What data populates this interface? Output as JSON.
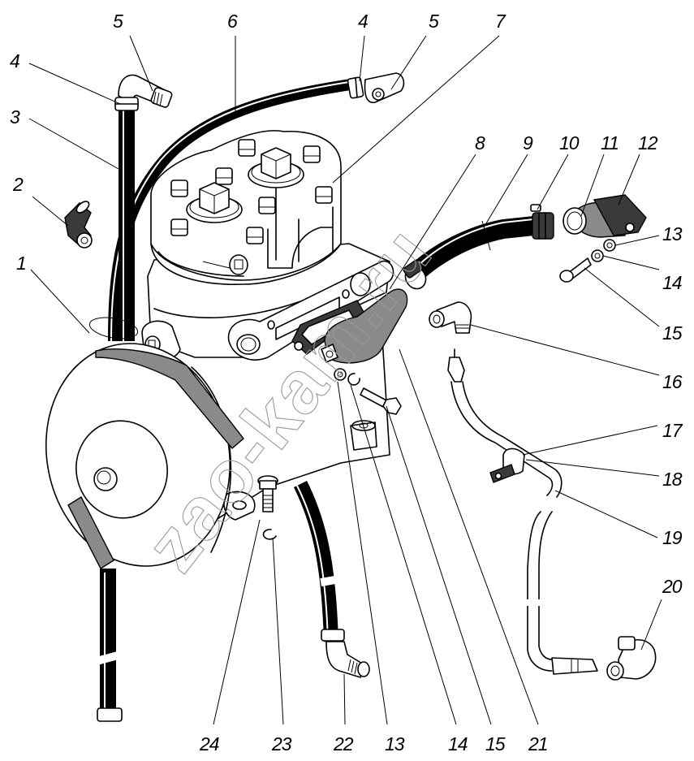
{
  "figure": {
    "type": "exploded-parts-diagram",
    "subject": "compressor head with coolant hoses, oil lines and fittings",
    "watermark": "zao-kam.ru",
    "callouts": [
      {
        "id": "c1",
        "label": "1"
      },
      {
        "id": "c2",
        "label": "2"
      },
      {
        "id": "c3",
        "label": "3"
      },
      {
        "id": "c4a",
        "label": "4"
      },
      {
        "id": "c5a",
        "label": "5"
      },
      {
        "id": "c6",
        "label": "6"
      },
      {
        "id": "c4b",
        "label": "4"
      },
      {
        "id": "c5b",
        "label": "5"
      },
      {
        "id": "c7",
        "label": "7"
      },
      {
        "id": "c8",
        "label": "8"
      },
      {
        "id": "c9",
        "label": "9"
      },
      {
        "id": "c10",
        "label": "10"
      },
      {
        "id": "c11",
        "label": "11"
      },
      {
        "id": "c12",
        "label": "12"
      },
      {
        "id": "c13a",
        "label": "13"
      },
      {
        "id": "c14a",
        "label": "14"
      },
      {
        "id": "c15a",
        "label": "15"
      },
      {
        "id": "c16",
        "label": "16"
      },
      {
        "id": "c17",
        "label": "17"
      },
      {
        "id": "c18",
        "label": "18"
      },
      {
        "id": "c19",
        "label": "19"
      },
      {
        "id": "c20",
        "label": "20"
      },
      {
        "id": "c21",
        "label": "21"
      },
      {
        "id": "c15b",
        "label": "15"
      },
      {
        "id": "c14b",
        "label": "14"
      },
      {
        "id": "c13b",
        "label": "13"
      },
      {
        "id": "c22",
        "label": "22"
      },
      {
        "id": "c23",
        "label": "23"
      },
      {
        "id": "c24",
        "label": "24"
      }
    ]
  }
}
